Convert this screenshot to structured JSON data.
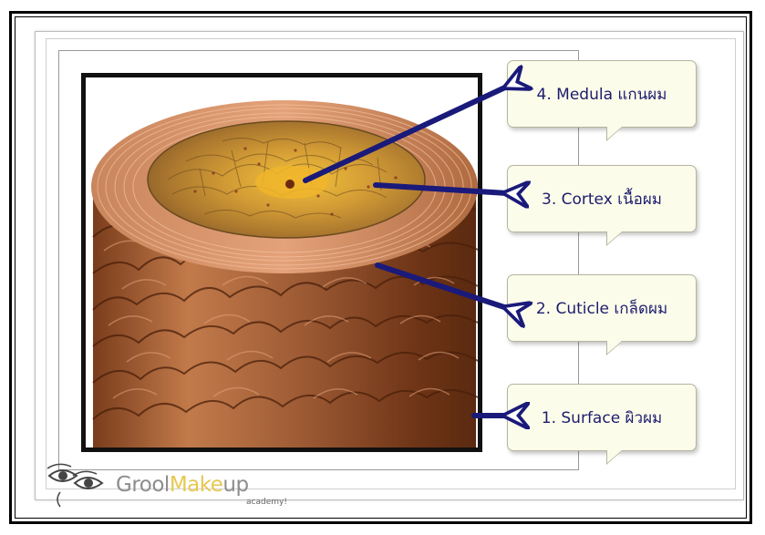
{
  "callouts": [
    {
      "label": "4. Medula แกนผม"
    },
    {
      "label": "3. Cortex เนื้อผม"
    },
    {
      "label": "2. Cuticle เกล็ดผม"
    },
    {
      "label": "1. Surface ผิวผม"
    }
  ],
  "logo": {
    "part1": "Grool",
    "part2": "Make",
    "part3": "up",
    "sub": "academy!"
  },
  "colors": {
    "arrow": "#1a1a7a",
    "callout_fill": "#fcfcea",
    "callout_text": "#1c1c6e",
    "cuticle": "#b7683a",
    "cortex": "#d9a63a",
    "medulla": "#e9b22a"
  },
  "icons": [
    "arrow-icon",
    "eye-logo-icon"
  ]
}
